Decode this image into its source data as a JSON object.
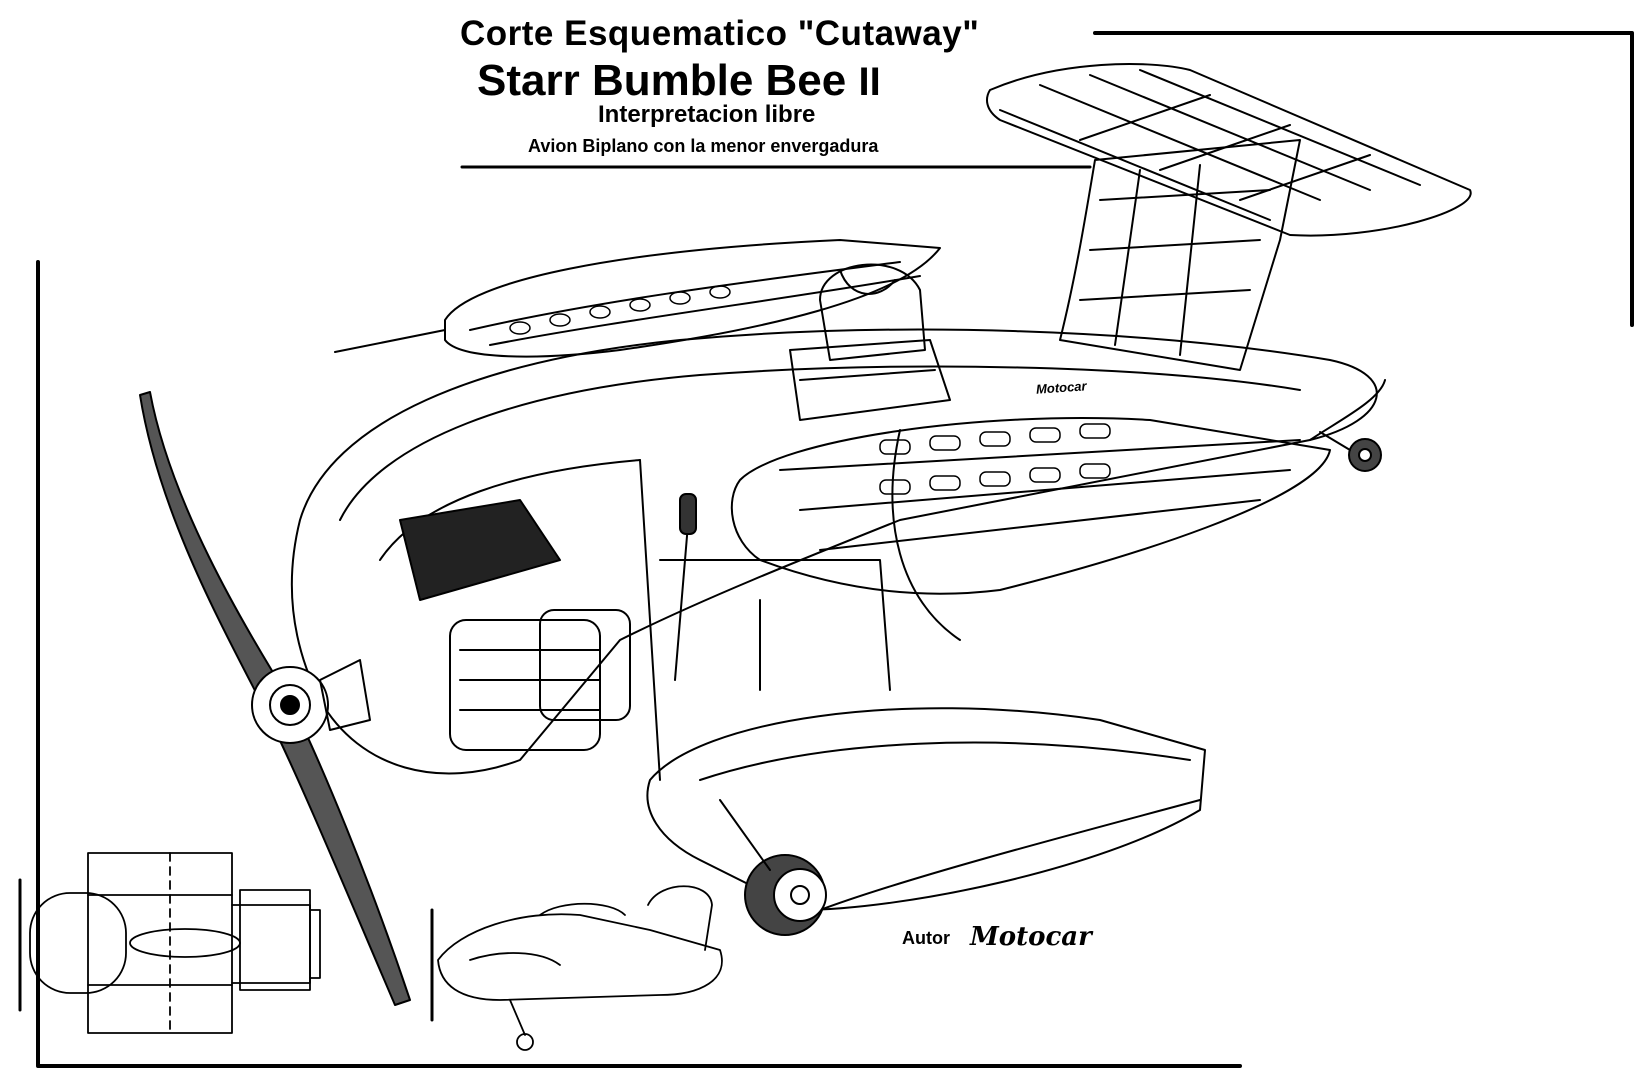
{
  "title": {
    "line1": "Corte Esquematico \"Cutaway\"",
    "line2": "Starr Bumble Bee",
    "line2_suffix": "II",
    "line3": "Interpretacion libre",
    "line4": "Avion Biplano con la menor envergadura"
  },
  "fuselage_brand": "Motocar",
  "author": {
    "label": "Autor",
    "signature": "Motocar"
  }
}
